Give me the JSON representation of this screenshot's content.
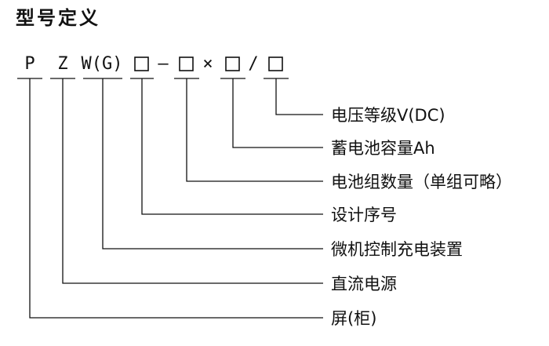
{
  "title": "型号定义",
  "code_parts": [
    "P",
    "Z",
    "W(G)",
    "—",
    "×",
    "/"
  ],
  "descriptions": [
    "电压等级V(DC)",
    "蓄电池容量Ah",
    "电池组数量（单组可略）",
    "设计序号",
    "微机控制充电装置",
    "直流电源",
    "屏(柜)"
  ]
}
